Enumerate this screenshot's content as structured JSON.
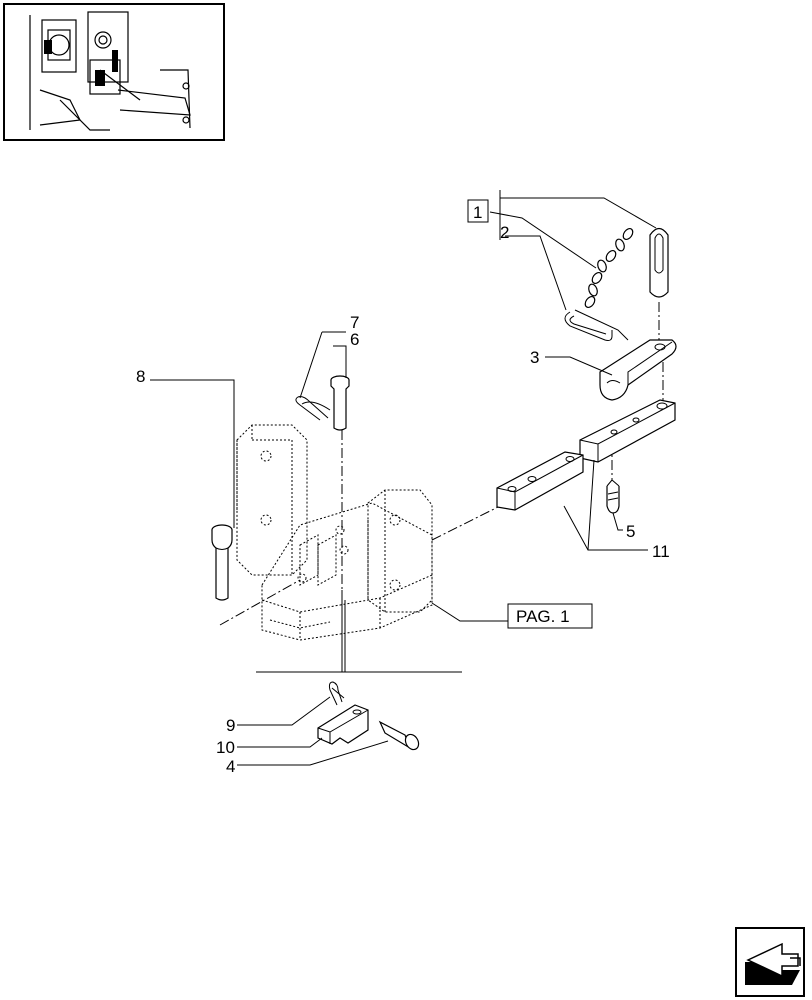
{
  "callouts": {
    "c1": "1",
    "c2": "2",
    "c3": "3",
    "c4": "4",
    "c5": "5",
    "c6": "6",
    "c7": "7",
    "c8": "8",
    "c9": "9",
    "c10": "10",
    "c11": "11"
  },
  "page_ref": "PAG. 1",
  "icons": {
    "thumbnail": "tractor-rear-linkage-thumbnail",
    "nav": "next-page-arrow-icon"
  }
}
